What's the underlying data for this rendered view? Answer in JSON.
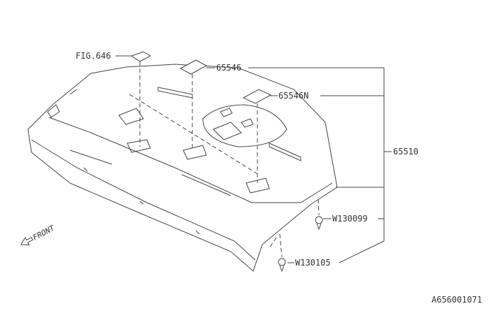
{
  "labels": {
    "fig_ref": "FIG.646",
    "part_65546": "65546",
    "part_65546n": "65546N",
    "part_65510": "65510",
    "part_w130099": "W130099",
    "part_w130105": "W130105",
    "front": "FRONT",
    "diagram_id": "A656001071"
  }
}
